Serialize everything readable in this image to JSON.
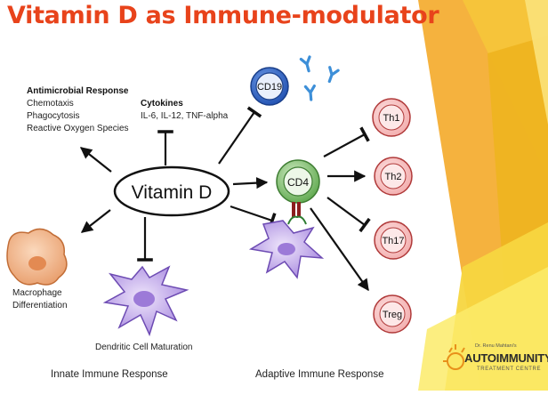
{
  "title": "Vitamin D as Immune-modulator",
  "center_node": "Vitamin D",
  "antimicrobial": {
    "heading": "Antimicrobial Response",
    "items": [
      "Chemotaxis",
      "Phagocytosis",
      "Reactive Oxygen Species"
    ]
  },
  "cytokines": {
    "heading": "Cytokines",
    "items": "IL-6, IL-12, TNF-alpha"
  },
  "macrophage": {
    "line1": "Macrophage",
    "line2": "Differentiation"
  },
  "dendritic": "Dendritic Cell Maturation",
  "cells": {
    "cd19": "CD19",
    "cd4": "CD4",
    "th1": "Th1",
    "th2": "Th2",
    "th17": "Th17",
    "treg": "Treg"
  },
  "sections": {
    "innate": "Innate Immune Response",
    "adaptive": "Adaptive Immune Response"
  },
  "logo": {
    "small": "Dr. Renu Mahtani's",
    "name": "AUTOIMMUNITY",
    "sub": "TREATMENT CENTRE"
  },
  "colors": {
    "title": "#e8431b",
    "th_cell_fill": "#f6c4c4",
    "th_cell_stroke": "#b03a3a",
    "cd19_fill": "#2f66c9",
    "cd4_fill": "#6ab25a",
    "dendritic_fill": "#b79be6",
    "macrophage_fill": "#f0a878",
    "antibody": "#3d8fd8",
    "accent_yellow": "#f5c21b",
    "accent_orange": "#e8901a"
  },
  "icons": [
    "antibody-icon",
    "receptor-icon"
  ]
}
